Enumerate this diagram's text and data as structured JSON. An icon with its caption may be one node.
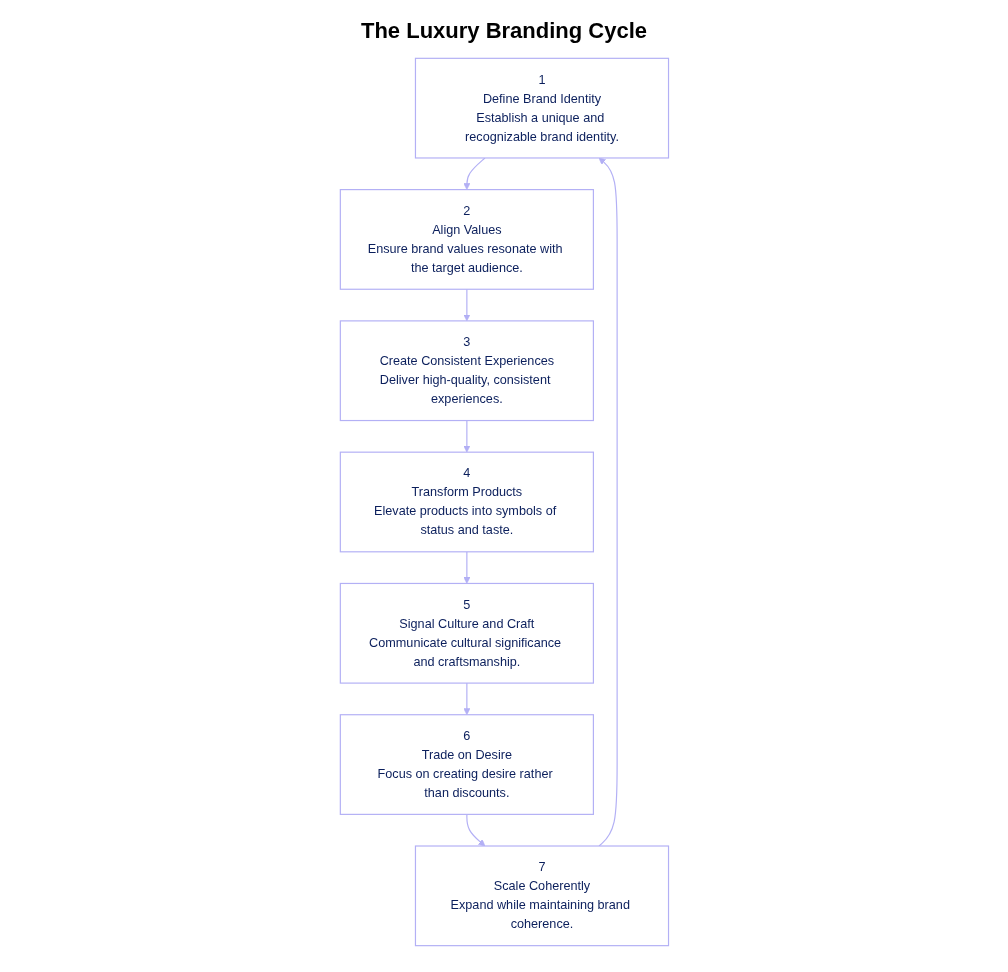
{
  "diagram": {
    "title": "The Luxury Branding Cycle",
    "nodes": [
      {
        "text": [
          "1",
          "Define Brand Identity",
          "Establish a unique and recognizable brand identity."
        ]
      },
      {
        "text": [
          "2",
          "Align Values",
          "Ensure brand values resonate with the target audience."
        ]
      },
      {
        "text": [
          "3",
          "Create Consistent Experiences",
          "Deliver high-quality, consistent experiences."
        ]
      },
      {
        "text": [
          "4",
          "Transform Products",
          "Elevate products into symbols of status and taste."
        ]
      },
      {
        "text": [
          "5",
          "Signal Culture and Craft",
          "Communicate cultural significance and craftsmanship."
        ]
      },
      {
        "text": [
          "6",
          "Trade on Desire",
          "Focus on creating desire rather than discounts."
        ]
      },
      {
        "text": [
          "7",
          "Scale Coherently",
          "Expand while maintaining brand coherence."
        ]
      }
    ],
    "edges": [
      {
        "from": 0,
        "to": 1,
        "arrow": "to"
      },
      {
        "from": 1,
        "to": 2,
        "arrow": "to"
      },
      {
        "from": 2,
        "to": 3,
        "arrow": "to"
      },
      {
        "from": 3,
        "to": 4,
        "arrow": "to"
      },
      {
        "from": 4,
        "to": 5,
        "arrow": "to"
      },
      {
        "from": 5,
        "to": 6,
        "arrow": "to"
      },
      {
        "from": 6,
        "to": 0,
        "arrow": "to"
      }
    ]
  }
}
